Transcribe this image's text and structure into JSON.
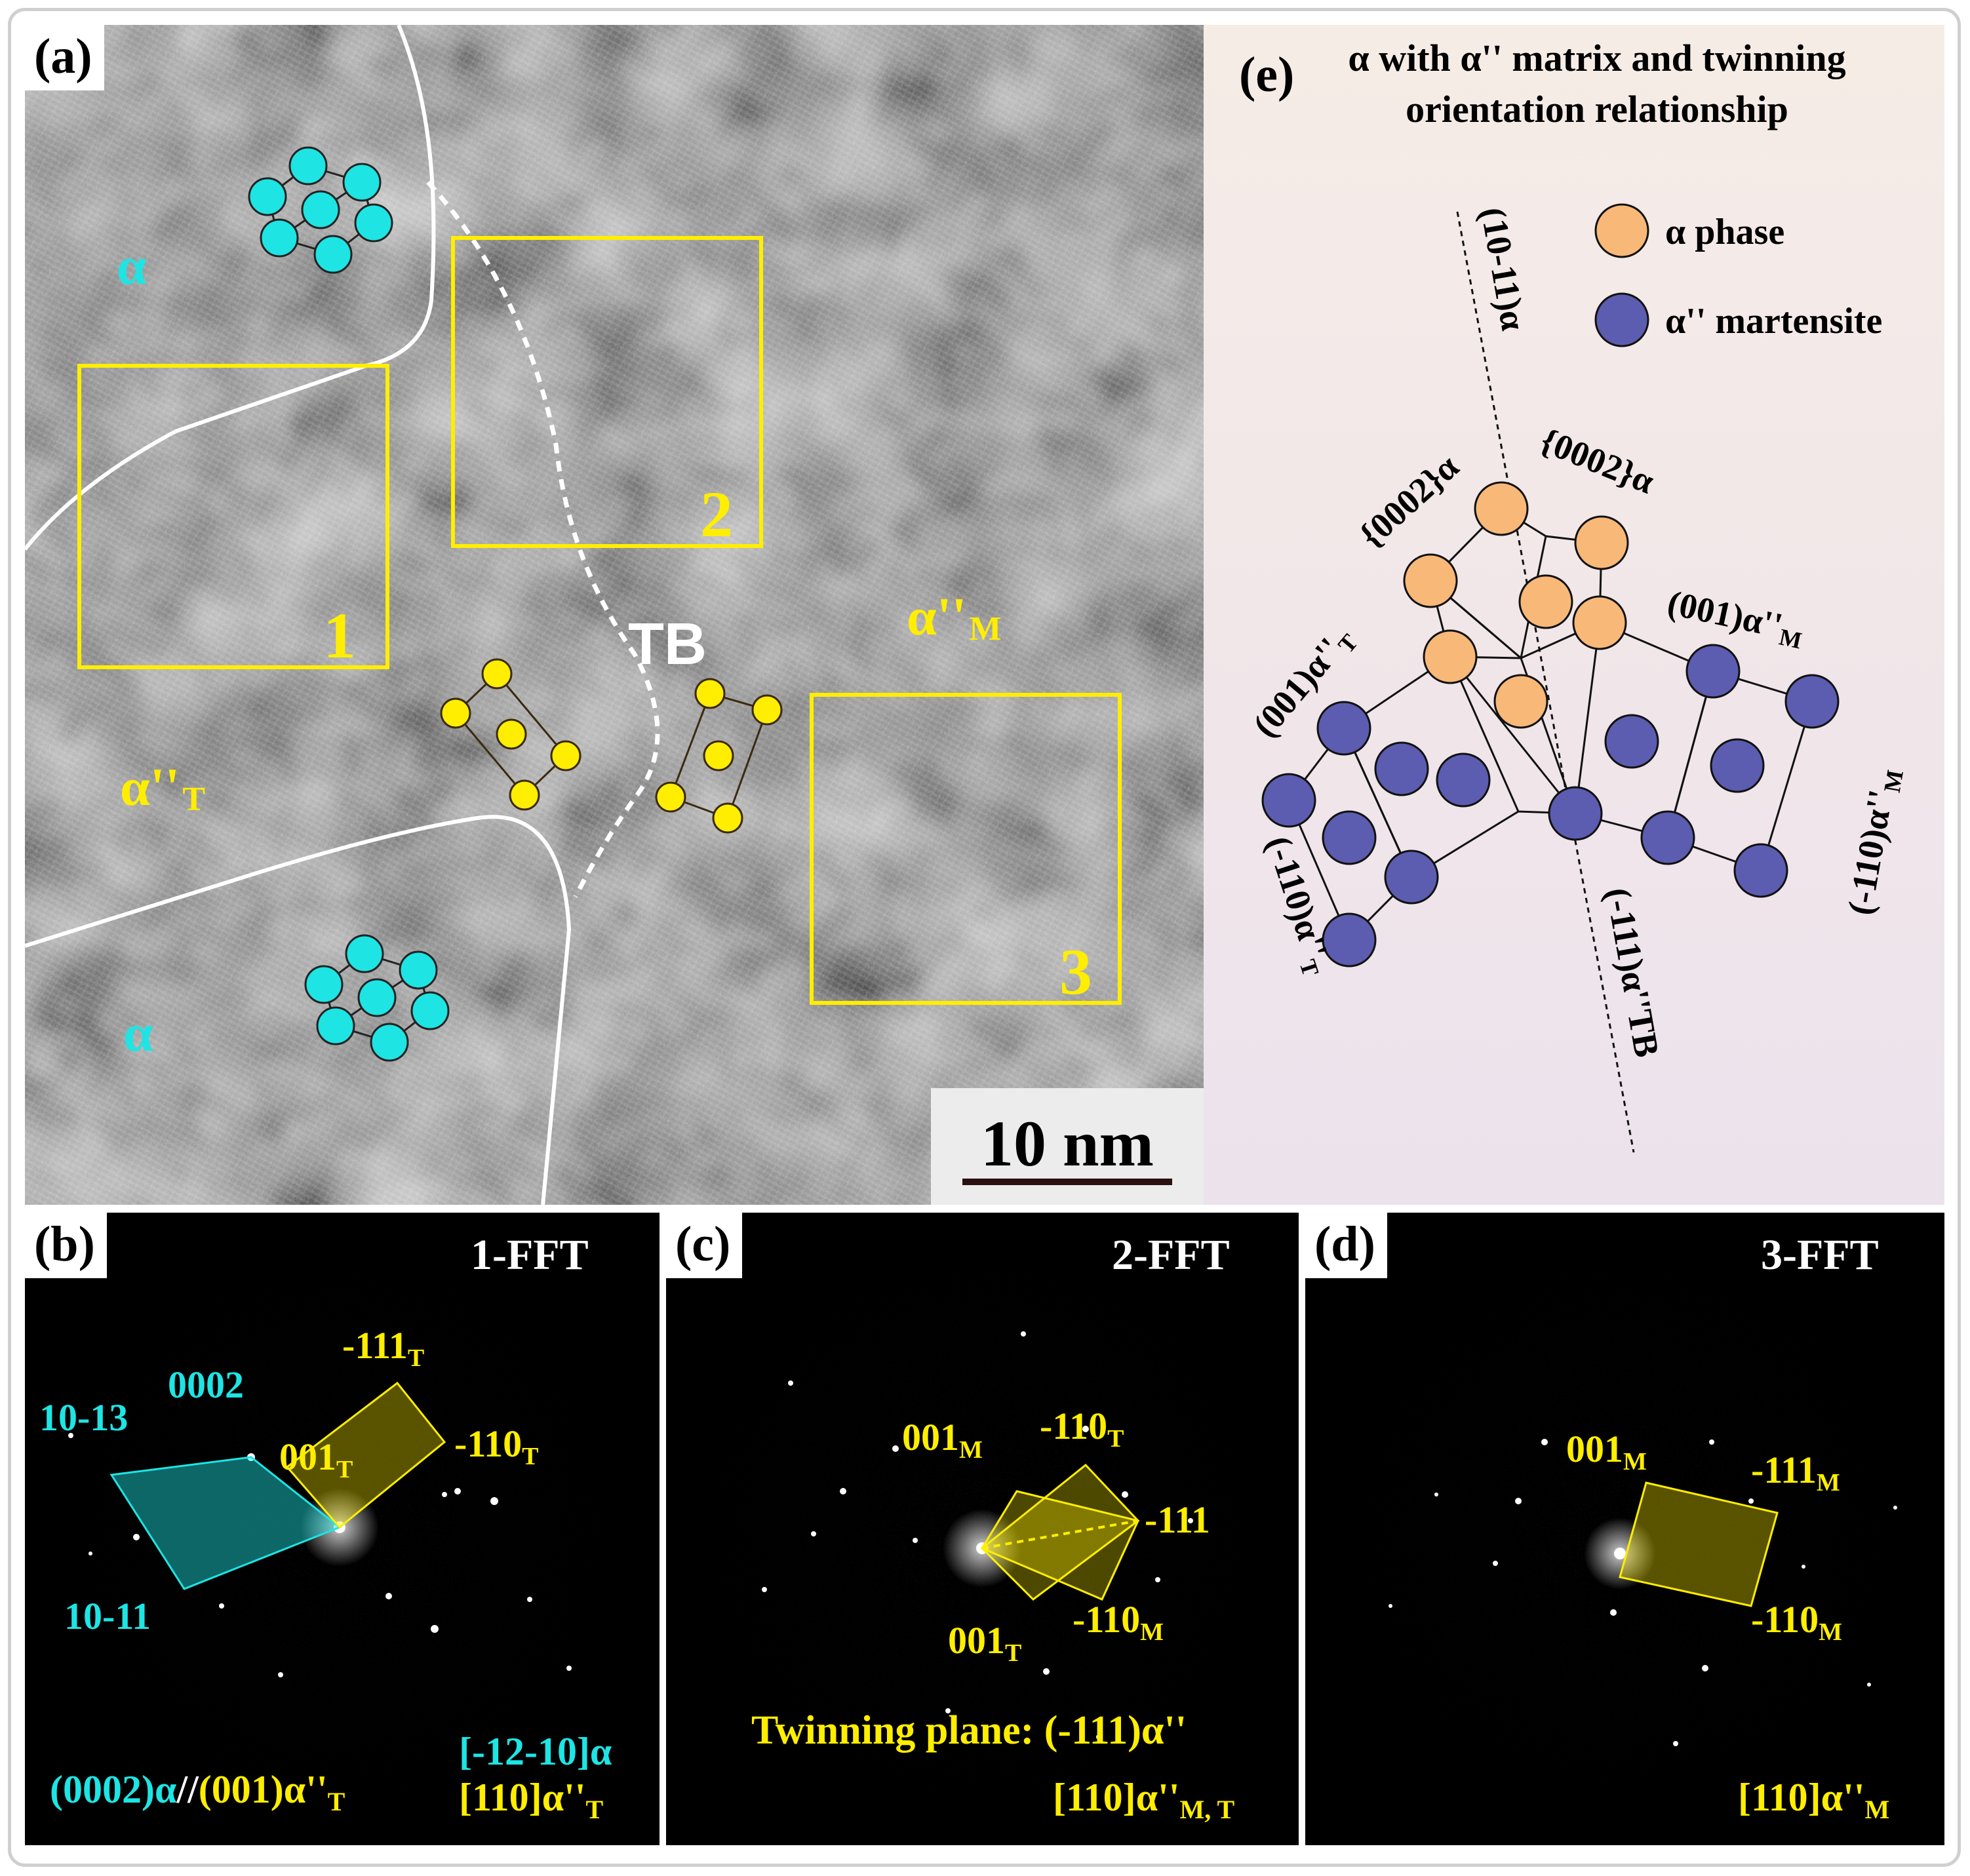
{
  "colors": {
    "cyan": "#1ee4e4",
    "yellow": "#ffee00",
    "orange": "#f8b878",
    "purple": "#5c5cb0",
    "panel_e_bg": "#f2e8e4",
    "white_line": "#ffffff"
  },
  "panel_a": {
    "letter": "(a)",
    "label_alpha_top": "α",
    "label_alpha_bottom": "α",
    "label_alpha_T": "α''",
    "label_alpha_T_sub": "T",
    "label_alpha_M": "α''",
    "label_alpha_M_sub": "M",
    "label_tb": "TB",
    "box_labels": [
      "1",
      "2",
      "3"
    ],
    "scale_bar": "10 nm"
  },
  "panel_b": {
    "letter": "(b)",
    "title": "1-FFT",
    "spot_labels": {
      "s0002": "0002",
      "s1013": "10-13",
      "s1011": "10-11",
      "s001": "001",
      "s001_sub": "T",
      "s111": "-111",
      "s111_sub": "T",
      "s110": "-110",
      "s110_sub": "T"
    },
    "relation_cyan": "(0002)α",
    "relation_sep": "//",
    "relation_yellow": "(001)α''",
    "relation_sub": "T",
    "zone_cyan": "[-12-10]α",
    "zone_yellow": "[110]α''",
    "zone_yellow_sub": "T"
  },
  "panel_c": {
    "letter": "(c)",
    "title": "2-FFT",
    "spot_labels": {
      "s001m": "001",
      "s001m_sub": "M",
      "s110t": "-110",
      "s110t_sub": "T",
      "s111": "-111",
      "s001t": "001",
      "s001t_sub": "T",
      "s110m": "-110",
      "s110m_sub": "M"
    },
    "twin_plane": "Twinning plane: (-111)α''",
    "zone": "[110]α''",
    "zone_sub": "M, T"
  },
  "panel_d": {
    "letter": "(d)",
    "title": "3-FFT",
    "spot_labels": {
      "s001": "001",
      "s001_sub": "M",
      "s111": "-111",
      "s111_sub": "M",
      "s110": "-110",
      "s110_sub": "M"
    },
    "zone": "[110]α''",
    "zone_sub": "M"
  },
  "panel_e": {
    "letter": "(e)",
    "title_line1": "α with α'' matrix and twinning",
    "title_line2": "orientation relationship",
    "legend_alpha": "α phase",
    "legend_martensite": "α'' martensite",
    "label_1011": "(10-11)α",
    "label_0002_left": "{0002}α",
    "label_0002_right": "{0002}α",
    "label_001m": "(001)α''",
    "label_001m_sub": "M",
    "label_001t": "(001)α''",
    "label_001t_sub": "T",
    "label_110m": "(-110)α''",
    "label_110m_sub": "M",
    "label_110t": "(-110)α''",
    "label_110t_sub": "T",
    "label_111tb": "(-111)α''TB"
  }
}
